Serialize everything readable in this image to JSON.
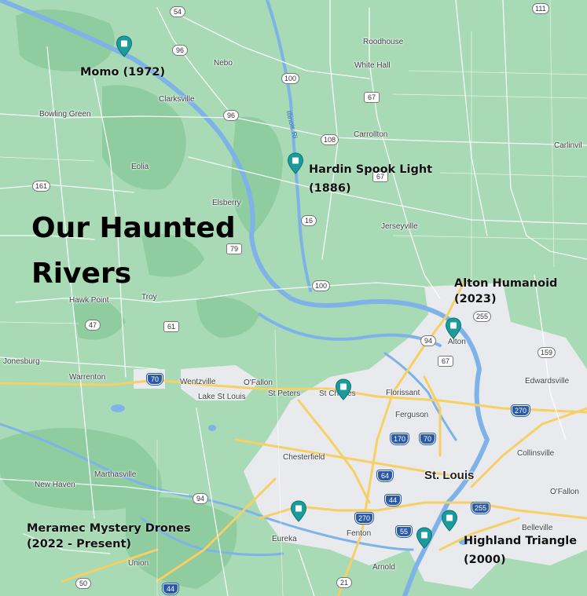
{
  "title": {
    "line1": "Our Haunted",
    "line2": "Rivers"
  },
  "colors": {
    "land": "#a8dab5",
    "forest": "#8fcca0",
    "urban": "#e8eaed",
    "water": "#7fb3e8",
    "highway": "#f6cf65",
    "road": "#ffffff",
    "pin": "#1a9c9c"
  },
  "markers": [
    {
      "id": "momo",
      "name": "Momo (1972)",
      "lines": [
        "Momo (1972)"
      ]
    },
    {
      "id": "hardin",
      "name": "Hardin Spook Light (1886)",
      "lines": [
        "Hardin Spook Light",
        "(1886)"
      ]
    },
    {
      "id": "alton",
      "name": "Alton Humanoid (2023)",
      "lines": [
        "Alton Humanoid",
        "(2023)"
      ]
    },
    {
      "id": "stcharles",
      "name": "",
      "lines": []
    },
    {
      "id": "meramec",
      "name": "Meramec Mystery Drones (2022 - Present)",
      "lines": [
        "Meramec Mystery Drones",
        "(2022 - Present)"
      ]
    },
    {
      "id": "highland-a",
      "name": "",
      "lines": []
    },
    {
      "id": "highland-b",
      "name": "Highland Triangle (2000)",
      "lines": [
        "Highland Triangle",
        "(2000)"
      ]
    }
  ],
  "places": [
    "Roodhouse",
    "White Hall",
    "Nebo",
    "Clarksville",
    "Bowling Green",
    "Carrollton",
    "Carlinvil",
    "Eolia",
    "Elsberry",
    "Jerseyville",
    "Hawk Point",
    "Troy",
    "Alton",
    "Jonesburg",
    "Warrenton",
    "Wentzville",
    "O'Fallon",
    "Lake St Louis",
    "St Peters",
    "St Charles",
    "Florissant",
    "Edwardsville",
    "Ferguson",
    "Chesterfield",
    "St. Louis",
    "Collinsville",
    "Marthasville",
    "New Haven",
    "O'Fallon",
    "Eureka",
    "Fenton",
    "Belleville",
    "Union",
    "Arnold",
    "Illinois Ri"
  ],
  "shields": [
    "54",
    "96",
    "100",
    "111",
    "67",
    "96",
    "108",
    "67",
    "161",
    "16",
    "79",
    "100",
    "255",
    "94",
    "159",
    "47",
    "61",
    "67",
    "70",
    "270",
    "170",
    "70",
    "64",
    "44",
    "255",
    "270",
    "55",
    "94",
    "50",
    "44",
    "21"
  ]
}
